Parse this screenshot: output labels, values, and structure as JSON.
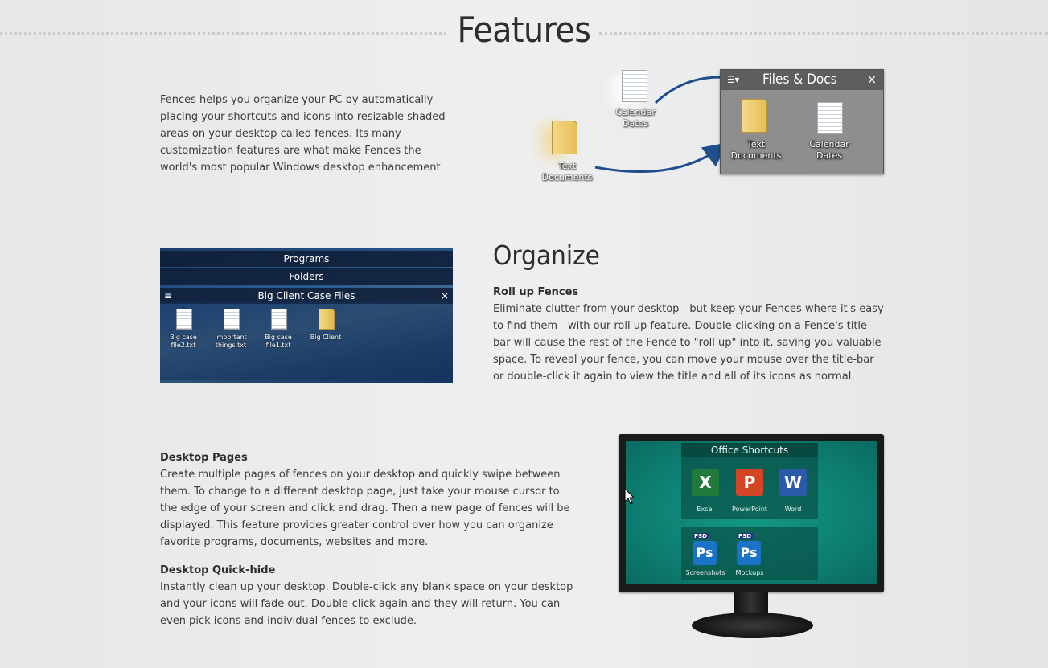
{
  "page": {
    "title": "Features"
  },
  "intro": {
    "text": "Fences helps you organize your PC by automatically placing your shortcuts and icons into resizable shaded areas on your desktop called fences. Its many customization features are what make Fences the world's most popular Windows desktop enhancement.",
    "illustration": {
      "fence_title": "Files & Docs",
      "close_glyph": "×",
      "menu_glyph": "☰▾",
      "loose_icons": [
        {
          "label_line1": "Calendar",
          "label_line2": "Dates",
          "icon": "text-file-icon"
        },
        {
          "label_line1": "Text",
          "label_line2": "Documents",
          "icon": "folder-icon"
        }
      ],
      "fenced_icons": [
        {
          "label_line1": "Text",
          "label_line2": "Documents",
          "icon": "folder-icon"
        },
        {
          "label_line1": "Calendar",
          "label_line2": "Dates",
          "icon": "text-file-icon"
        }
      ]
    }
  },
  "organize": {
    "heading": "Organize",
    "subheading": "Roll up Fences",
    "text": "Eliminate clutter from your desktop - but keep your Fences where it's easy to find them - with our roll up feature. Double-clicking on a Fence's title-bar will cause the rest of the Fence to \"roll up\" into it, saving you valuable space. To reveal your fence, you can move your mouse over the title-bar or double-click it again to view the title and all of its icons as normal.",
    "screenshot": {
      "bar1": "Programs",
      "bar2": "Folders",
      "bar3": "Big Client Case Files",
      "close_glyph": "×",
      "menu_glyph": "≡",
      "icons": [
        {
          "line1": "Big case",
          "line2": "file2.txt"
        },
        {
          "line1": "Important",
          "line2": "things.txt"
        },
        {
          "line1": "Big case",
          "line2": "file1.txt"
        },
        {
          "line1": "Big Client",
          "line2": ""
        }
      ]
    }
  },
  "desktop_pages": {
    "subheading": "Desktop Pages",
    "text": "Create multiple pages of fences on your desktop and quickly swipe between them. To change to a different desktop page, just take your mouse cursor to the edge of your screen and click and drag. Then a new page of fences will be displayed. This feature provides greater control over how you can organize favorite programs, documents, websites and more."
  },
  "quick_hide": {
    "subheading": "Desktop Quick-hide",
    "text": "Instantly clean up your desktop. Double-click any blank space on your desktop and your icons will fade out. Double-click again and they will return. You can even pick icons and individual fences to exclude."
  },
  "monitor": {
    "panel_title": "Office Shortcuts",
    "apps": [
      {
        "label": "Excel",
        "glyph": "X",
        "color": "#1f7a3c"
      },
      {
        "label": "PowerPoint",
        "glyph": "P",
        "color": "#d24625"
      },
      {
        "label": "Word",
        "glyph": "W",
        "color": "#2b5aa8"
      }
    ],
    "psd": [
      {
        "label": "Screenshots",
        "glyph": "Ps",
        "badge": "PSD"
      },
      {
        "label": "Mockups",
        "glyph": "Ps",
        "badge": "PSD"
      }
    ]
  }
}
